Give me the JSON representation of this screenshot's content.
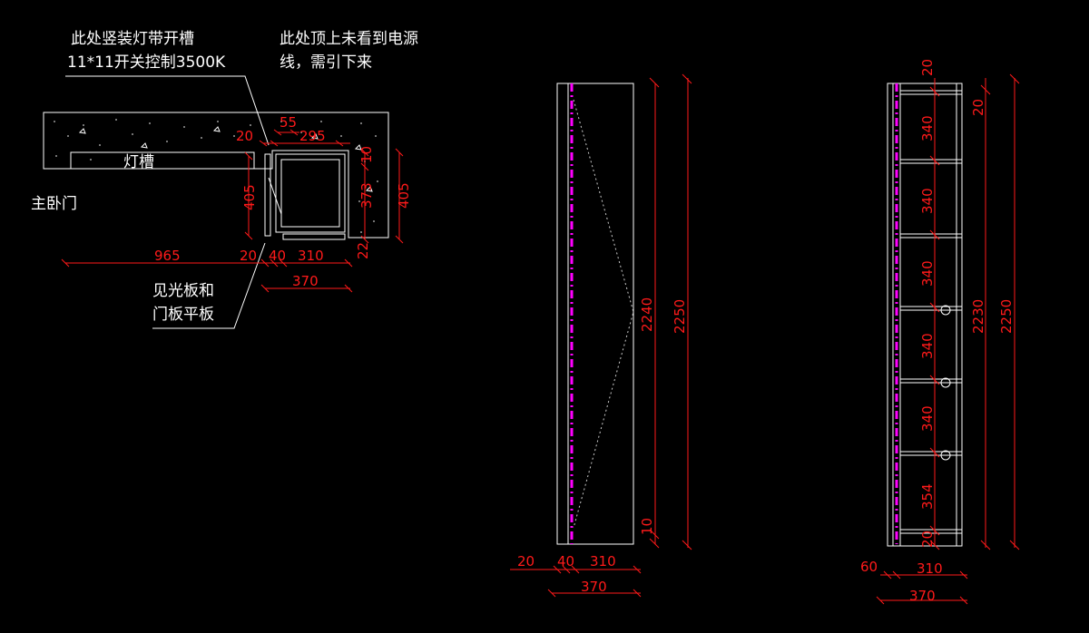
{
  "notes": {
    "note1_line1": "此处竖装灯带开槽",
    "note1_line2": "11*11开关控制3500K",
    "note2_line1": "此处顶上未看到电源",
    "note2_line2": "线，需引下来",
    "note3_line1": "见光板和",
    "note3_line2": "门板平板",
    "slot_label": "灯槽",
    "door_label": "主卧门"
  },
  "plan_dims": {
    "d55": "55",
    "d20_top": "20",
    "d295": "295",
    "d405_left": "405",
    "d10": "10",
    "d373": "373",
    "d405_right": "405",
    "d22": "22",
    "d965": "965",
    "d20_bottom": "20",
    "d40": "40",
    "d310": "310",
    "d370": "370"
  },
  "elev1_dims": {
    "d2240": "2240",
    "d2250": "2250",
    "d10": "10",
    "d20": "20",
    "d40": "40",
    "d310": "310",
    "d370": "370"
  },
  "elev2_dims": {
    "d20_top": "20",
    "d20_second": "20",
    "d340_1": "340",
    "d340_2": "340",
    "d340_3": "340",
    "d340_4": "340",
    "d340_5": "340",
    "d354": "354",
    "d20_bottom": "20",
    "d2230": "2230",
    "d2250": "2250",
    "d60": "60",
    "d310": "310",
    "d370": "370"
  },
  "colors": {
    "background": "#000000",
    "line": "#ffffff",
    "dimension": "#ff1a1a",
    "led_strip": "#ff00ff"
  }
}
